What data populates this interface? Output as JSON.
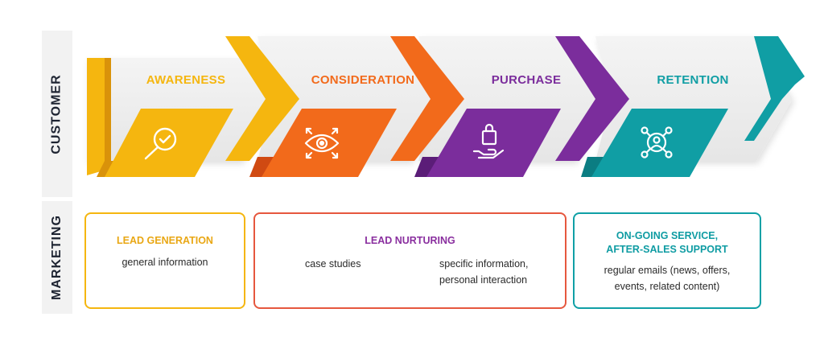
{
  "lanes": {
    "customer": "CUSTOMER",
    "marketing": "MARKETING"
  },
  "stages": [
    {
      "title": "AWARENESS",
      "color": "#f5b60f",
      "dark": "#d9920a",
      "icon": "magnifier-check-icon"
    },
    {
      "title": "CONSIDERATION",
      "color": "#f26a1b",
      "dark": "#d04a12",
      "icon": "eye-focus-icon"
    },
    {
      "title": "PURCHASE",
      "color": "#7b2d9c",
      "dark": "#5b1d78",
      "icon": "hand-shopping-bag-icon"
    },
    {
      "title": "RETENTION",
      "color": "#109ea4",
      "dark": "#0b7d82",
      "icon": "customer-network-icon"
    }
  ],
  "marketing": {
    "lead_generation": {
      "title": "LEAD GENERATION",
      "text": "general information",
      "color": "#e9a714"
    },
    "lead_nurturing": {
      "title": "LEAD NURTURING",
      "text_left": "case studies",
      "text_right_1": "specific information,",
      "text_right_2": "personal interaction",
      "color": "#8a2f9f"
    },
    "service": {
      "title_1": "ON-GOING SERVICE,",
      "title_2": "AFTER-SALES SUPPORT",
      "text_1": "regular emails (news, offers,",
      "text_2": "events, related content)",
      "color": "#0f9ca3"
    }
  }
}
